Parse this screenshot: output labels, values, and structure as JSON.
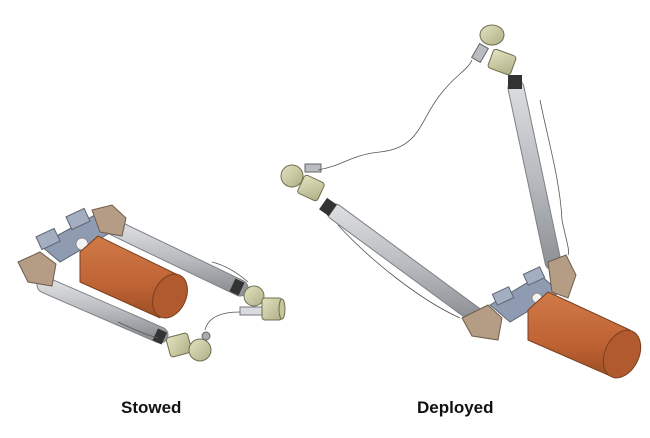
{
  "figure": {
    "panels": [
      {
        "id": "stowed",
        "label": "Stowed"
      },
      {
        "id": "deployed",
        "label": "Deployed"
      }
    ]
  },
  "colors": {
    "boom": "#b9bcc0",
    "boom_shadow": "#8f9296",
    "canister": "#c0683a",
    "canister_end": "#a8552b",
    "hinge_bracket": "#b59c84",
    "hinge_body": "#8f9bb0",
    "motor": "#cfcfa6",
    "cable": "#555555"
  }
}
